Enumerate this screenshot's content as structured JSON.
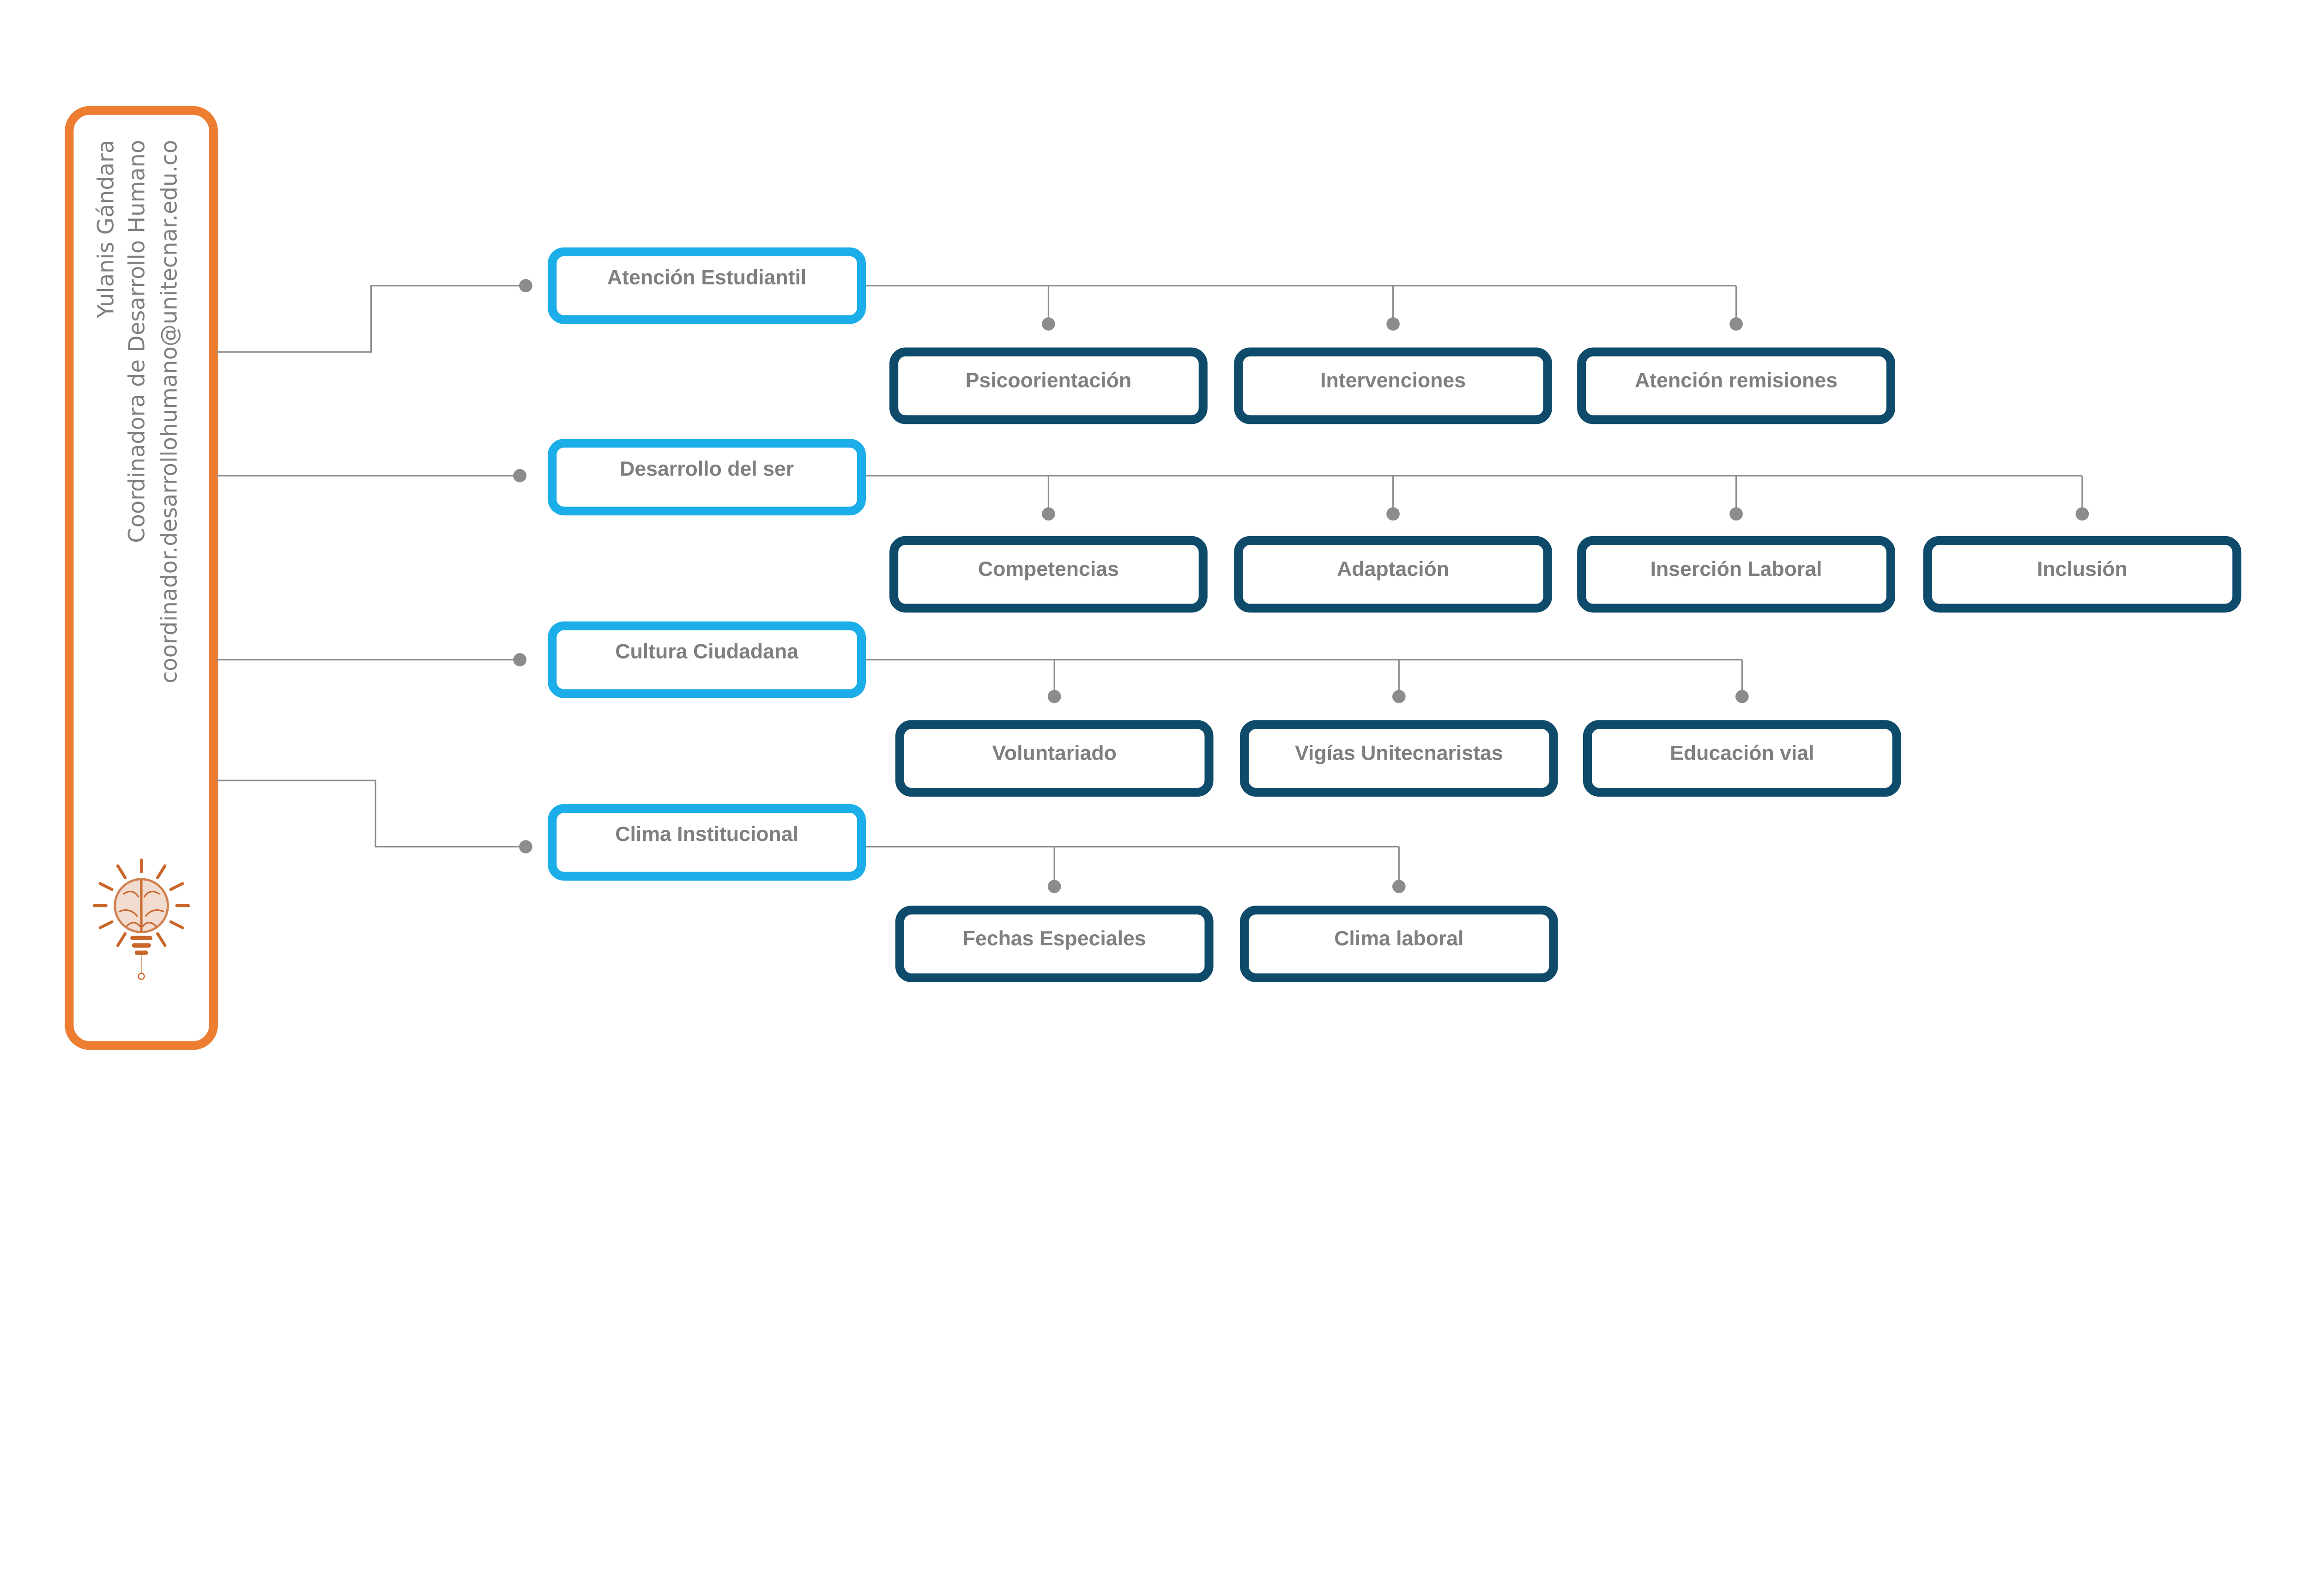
{
  "person": {
    "name": "Yulanis Gándara",
    "role": "Coordinadora de Desarrollo Humano",
    "email": "coordinador.desarrollohumano@unitecnar.edu.co",
    "logo": "brain-lightbulb-icon"
  },
  "colors": {
    "panel": "#ED7D31",
    "area": "#1BAEE8",
    "sub": "#0E4A6A",
    "connector": "#8c8c8c",
    "text": "#7f7f7f"
  },
  "areas": [
    {
      "label": "Atención Estudiantil",
      "children": [
        "Psicoorientación",
        "Intervenciones",
        "Atención remisiones"
      ]
    },
    {
      "label": "Desarrollo del ser",
      "children": [
        "Competencias",
        "Adaptación",
        "Inserción Laboral",
        "Inclusión"
      ]
    },
    {
      "label": "Cultura Ciudadana",
      "children": [
        "Voluntariado",
        "Vigías Unitecnaristas",
        "Educación vial"
      ]
    },
    {
      "label": "Clima Institucional",
      "children": [
        "Fechas Especiales",
        "Clima laboral"
      ]
    }
  ]
}
